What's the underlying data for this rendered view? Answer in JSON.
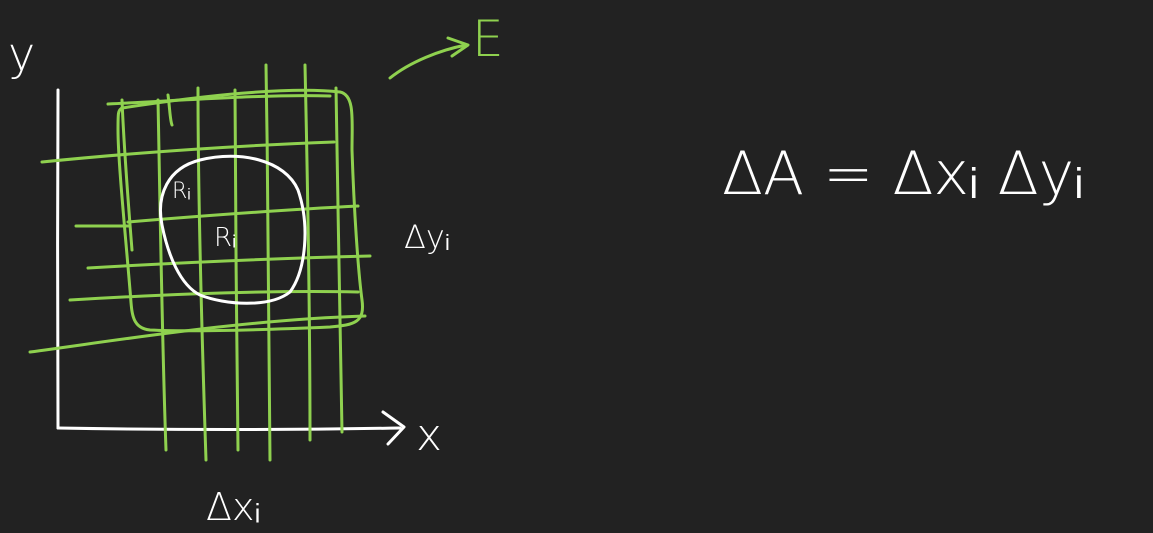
{
  "diagram": {
    "axis_y_label": "y",
    "axis_x_label": "x",
    "region_label": "E",
    "cell_label_partial": "Rᵢ",
    "cell_label_inner": "Rᵢ",
    "dx_label": "Δxᵢ",
    "dy_label": "Δyᵢ",
    "formula": "ΔA = Δxᵢ Δyᵢ"
  },
  "colors": {
    "background": "#222222",
    "grid": "#8fd14f",
    "ink": "#ffffff"
  }
}
